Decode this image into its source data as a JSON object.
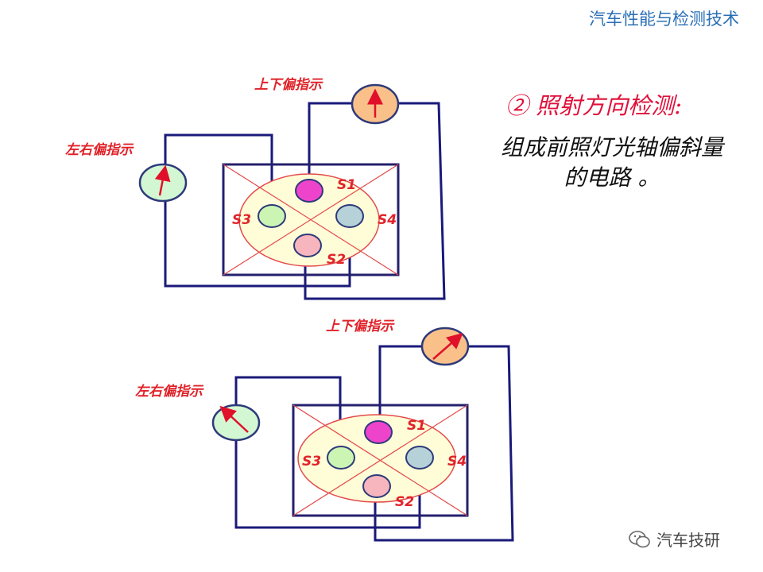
{
  "header": {
    "title": "汽车性能与检测技术"
  },
  "section": {
    "heading": "② 照射方向检测:",
    "description": "组成前照灯光轴偏斜量的电路 。"
  },
  "diagrams": [
    {
      "vertical_meter_label": "上下偏指示",
      "horizontal_meter_label": "左右偏指示",
      "sensors": {
        "s1": "S1",
        "s2": "S2",
        "s3": "S3",
        "s4": "S4"
      }
    },
    {
      "vertical_meter_label": "上下偏指示",
      "horizontal_meter_label": "左右偏指示",
      "sensors": {
        "s1": "S1",
        "s2": "S2",
        "s3": "S3",
        "s4": "S4"
      }
    }
  ],
  "colors": {
    "wire": "#1a1a7a",
    "frame": "#25206e",
    "ellipse_fill": "#fffcd8",
    "ellipse_stroke": "#e44a4a",
    "s1": "#ee44cc",
    "s2": "#f7b5bd",
    "s3": "#ccf5b3",
    "s4": "#b6d2d8",
    "meter_vertical": "#f9c08a",
    "meter_horizontal": "#d3f7d3",
    "needle": "#e0102a"
  },
  "watermark": {
    "icon": "wechat-icon",
    "text": "汽车技研"
  }
}
